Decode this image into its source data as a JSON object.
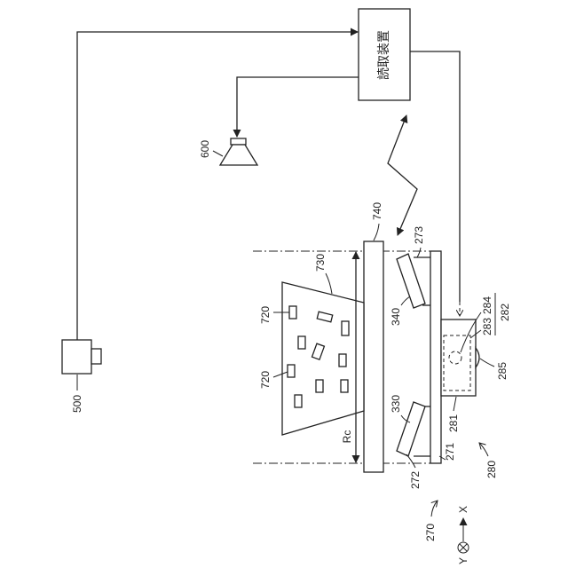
{
  "reader": {
    "label": "読取装置"
  },
  "labels": {
    "ref_500": "500",
    "ref_600": "600",
    "ref_740": "740",
    "ref_730": "730",
    "ref_720_a": "720",
    "ref_720_b": "720",
    "ref_rc": "Rc",
    "ref_273": "273",
    "ref_340": "340",
    "ref_330": "330",
    "ref_272": "272",
    "ref_271": "271",
    "ref_281": "281",
    "ref_283": "283",
    "ref_284": "284",
    "ref_282": "282",
    "ref_285": "285",
    "ref_280": "280",
    "ref_270": "270"
  },
  "axes": {
    "x": "X",
    "y": "Y"
  }
}
